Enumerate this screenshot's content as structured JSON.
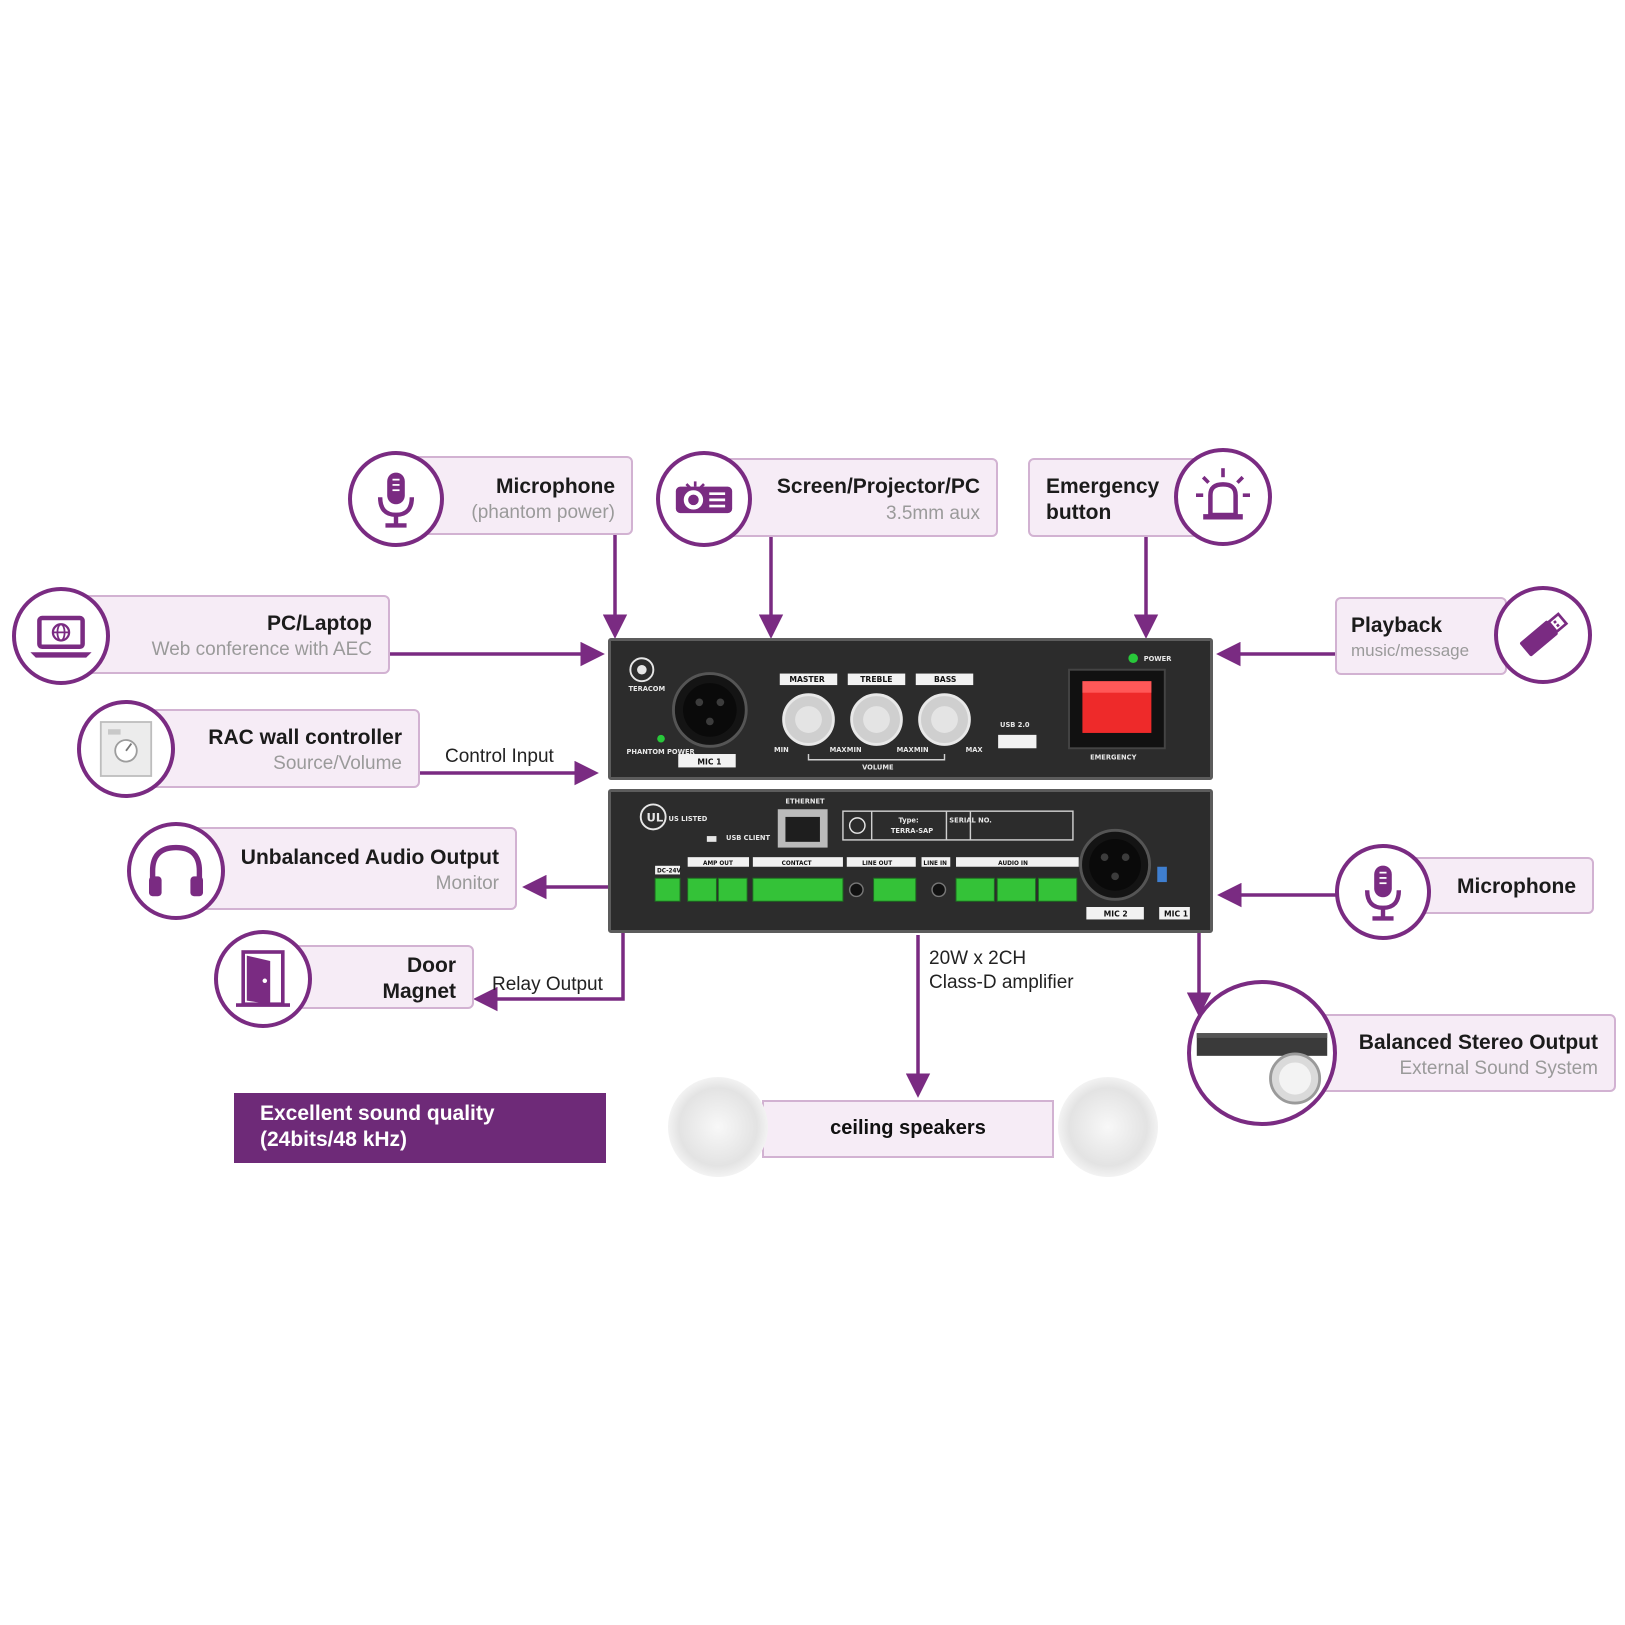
{
  "inputs": {
    "microphone_top": {
      "title": "Microphone",
      "subtitle": "(phantom  power)"
    },
    "screen": {
      "title": "Screen/Projector/PC",
      "subtitle": "3.5mm  aux"
    },
    "emergency": {
      "title_line1": "Emergency",
      "title_line2": "button"
    },
    "pc_laptop": {
      "title": "PC/Laptop",
      "subtitle": "Web conference with AEC"
    },
    "playback": {
      "title": "Playback",
      "subtitle": "music/message"
    },
    "rac": {
      "title": "RAC wall controller",
      "subtitle": "Source/Volume"
    },
    "microphone_right": {
      "title": "Microphone"
    }
  },
  "outputs": {
    "unbalanced": {
      "title": "Unbalanced Audio Output",
      "subtitle": "Monitor"
    },
    "door": {
      "title_line1": "Door",
      "title_line2": "Magnet"
    },
    "balanced": {
      "title": "Balanced Stereo Output",
      "subtitle": "External  Sound  System"
    }
  },
  "wire_labels": {
    "control_input": "Control Input",
    "relay_output": "Relay Output",
    "amp_line1": "20W x 2CH",
    "amp_line2": "Class-D amplifier"
  },
  "banner": {
    "line1": "Excellent sound quality",
    "line2": "(24bits/48 kHz)"
  },
  "speakers": {
    "label": "ceiling speakers"
  },
  "front_panel": {
    "brand": "TERACOM",
    "phantom": "PHANTOM POWER",
    "mic": "MIC 1",
    "knobs": [
      "MASTER",
      "TREBLE",
      "BASS"
    ],
    "volume": "VOLUME",
    "min": "MIN",
    "max": "MAX",
    "usb": "USB 2.0",
    "power": "POWER",
    "emergency": "EMERGENCY"
  },
  "rear_panel": {
    "ul": "US LISTED",
    "ethernet": "ETHERNET",
    "usb_client": "USB CLIENT",
    "type_label": "Type:",
    "type_value": "TERRA-SAP",
    "serial": "SERIAL NO.",
    "sections": [
      "DC-24V",
      "AMP OUT",
      "CONTACT",
      "LINE OUT",
      "LINE IN",
      "AUDIO IN"
    ],
    "mic2": "MIC 2",
    "mic1": "MIC 1"
  },
  "colors": {
    "accent": "#7a2b82",
    "card": "#f6ecf6",
    "card_border": "#d2b2d2",
    "banner": "#6e2a78"
  }
}
